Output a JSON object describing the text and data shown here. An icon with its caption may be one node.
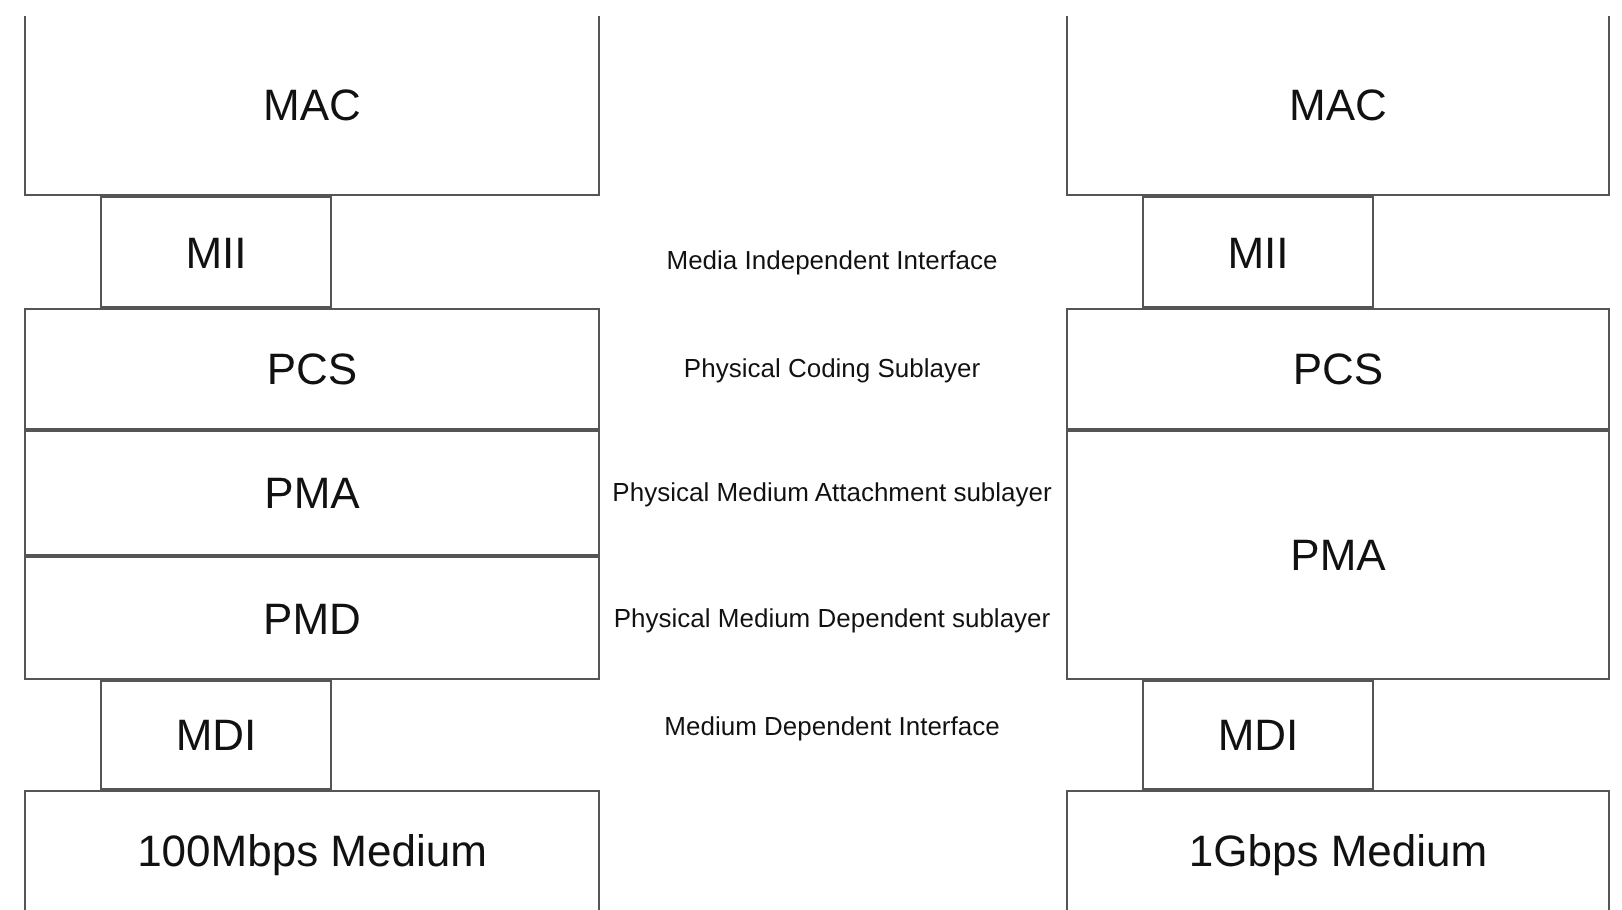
{
  "diagram": {
    "nodes": [
      {
        "text": [
          "MAC"
        ]
      },
      {
        "text": [
          "MAC"
        ]
      },
      {
        "text": [
          "MII"
        ]
      },
      {
        "text": [
          "MII"
        ]
      },
      {
        "text": [
          "PCS"
        ]
      },
      {
        "text": [
          "PCS"
        ]
      },
      {
        "text": [
          "PMA"
        ]
      },
      {
        "text": [
          "PMA"
        ]
      },
      {
        "text": [
          "PMD"
        ]
      },
      {
        "text": [
          "MDI"
        ]
      },
      {
        "text": [
          "MDI"
        ]
      },
      {
        "text": [
          "100Mbps Medium"
        ]
      },
      {
        "text": [
          "1Gbps Medium"
        ]
      }
    ],
    "labels": [
      "Media Independent Interface",
      "Physical Coding Sublayer",
      "Physical Medium Attachment sublayer",
      "Physical Medium Dependent sublayer",
      "Medium Dependent Interface"
    ]
  }
}
